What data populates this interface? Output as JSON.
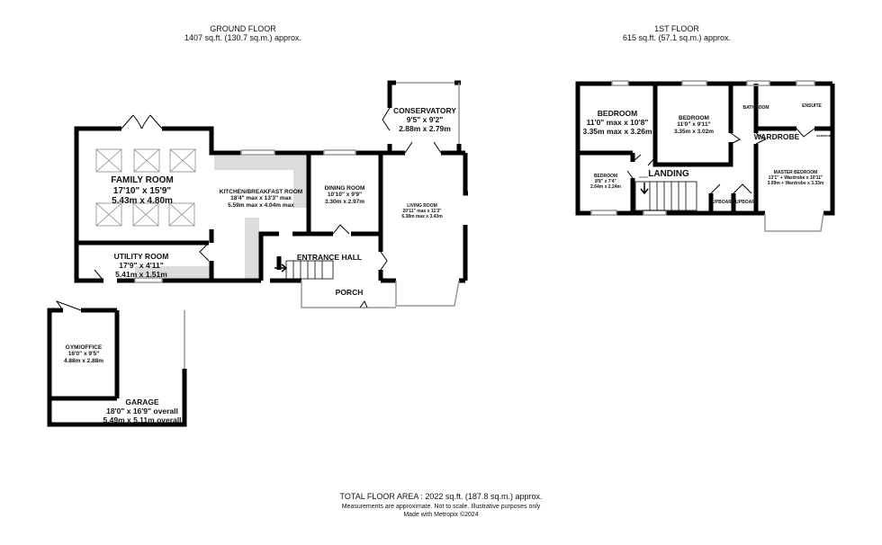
{
  "ground_floor": {
    "title": "GROUND FLOOR",
    "area": "1407 sq.ft. (130.7 sq.m.) approx.",
    "rooms": {
      "family_room": {
        "name": "FAMILY ROOM",
        "imperial": "17'10\"  x 15'9\"",
        "metric": "5.43m  x 4.80m"
      },
      "kitchen": {
        "name": "KITCHEN/BREAKFAST ROOM",
        "imperial": "18'4\" max x 13'3\" max",
        "metric": "5.59m max x 4.04m max"
      },
      "dining_room": {
        "name": "DINING ROOM",
        "imperial": "10'10\"  x 9'9\"",
        "metric": "3.30m  x 2.97m"
      },
      "conservatory": {
        "name": "CONSERVATORY",
        "imperial": "9'5\"  x 9'2\"",
        "metric": "2.88m  x 2.79m"
      },
      "living_room": {
        "name": "LIVING ROOM",
        "imperial": "20'11\" max x 11'3\"",
        "metric": "6.38m max x 3.43m"
      },
      "utility_room": {
        "name": "UTILITY ROOM",
        "imperial": "17'9\"  x 4'11\"",
        "metric": "5.41m  x 1.51m"
      },
      "entrance_hall": {
        "name": "ENTRANCE HALL"
      },
      "porch": {
        "name": "PORCH"
      },
      "gym_office": {
        "name": "GYM/OFFICE",
        "imperial": "16'0\"  x 9'5\"",
        "metric": "4.88m  x 2.88m"
      },
      "garage": {
        "name": "GARAGE",
        "imperial": "18'0\"  x 16'9\" overall",
        "metric": "5.49m  x 5.11m overall"
      }
    }
  },
  "first_floor": {
    "title": "1ST FLOOR",
    "area": "615 sq.ft. (57.1 sq.m.) approx.",
    "rooms": {
      "bedroom_1": {
        "name": "BEDROOM",
        "imperial": "11'0\" max x 10'8\"",
        "metric": "3.35m max x 3.26m"
      },
      "bedroom_2": {
        "name": "BEDROOM",
        "imperial": "11'0\"  x 9'11\"",
        "metric": "3.35m  x 3.02m"
      },
      "bedroom_3": {
        "name": "BEDROOM",
        "imperial": "8'8\"  x 7'4\"",
        "metric": "2.64m  x 2.24m"
      },
      "bathroom": {
        "name": "BATHROOM"
      },
      "ensuite": {
        "name": "ENSUITE"
      },
      "wardrobe": {
        "name": "WARDROBE"
      },
      "wardrobe_small": {
        "name": "WARDROBE"
      },
      "landing": {
        "name": "LANDING"
      },
      "down": {
        "name": "DOWN"
      },
      "cupboard_1": {
        "name": "CUPBOARD"
      },
      "cupboard_2": {
        "name": "CUPBOARD"
      },
      "master_bedroom": {
        "name": "MASTER BEDROOM",
        "imperial": "13'1\" + Wardrobe x 10'11\"",
        "metric": "3.99m + Wardrobe x 3.33m"
      }
    }
  },
  "footer": {
    "total": "TOTAL FLOOR AREA : 2022 sq.ft. (187.8 sq.m.) approx.",
    "disclaimer": "Measurements are approximate.  Not to scale.  Illustrative purposes only",
    "credit": "Made with Metropix ©2024"
  },
  "colors": {
    "wall": "#000000",
    "fitted_units": "#d9d9d9",
    "window": "#aaaaaa"
  }
}
